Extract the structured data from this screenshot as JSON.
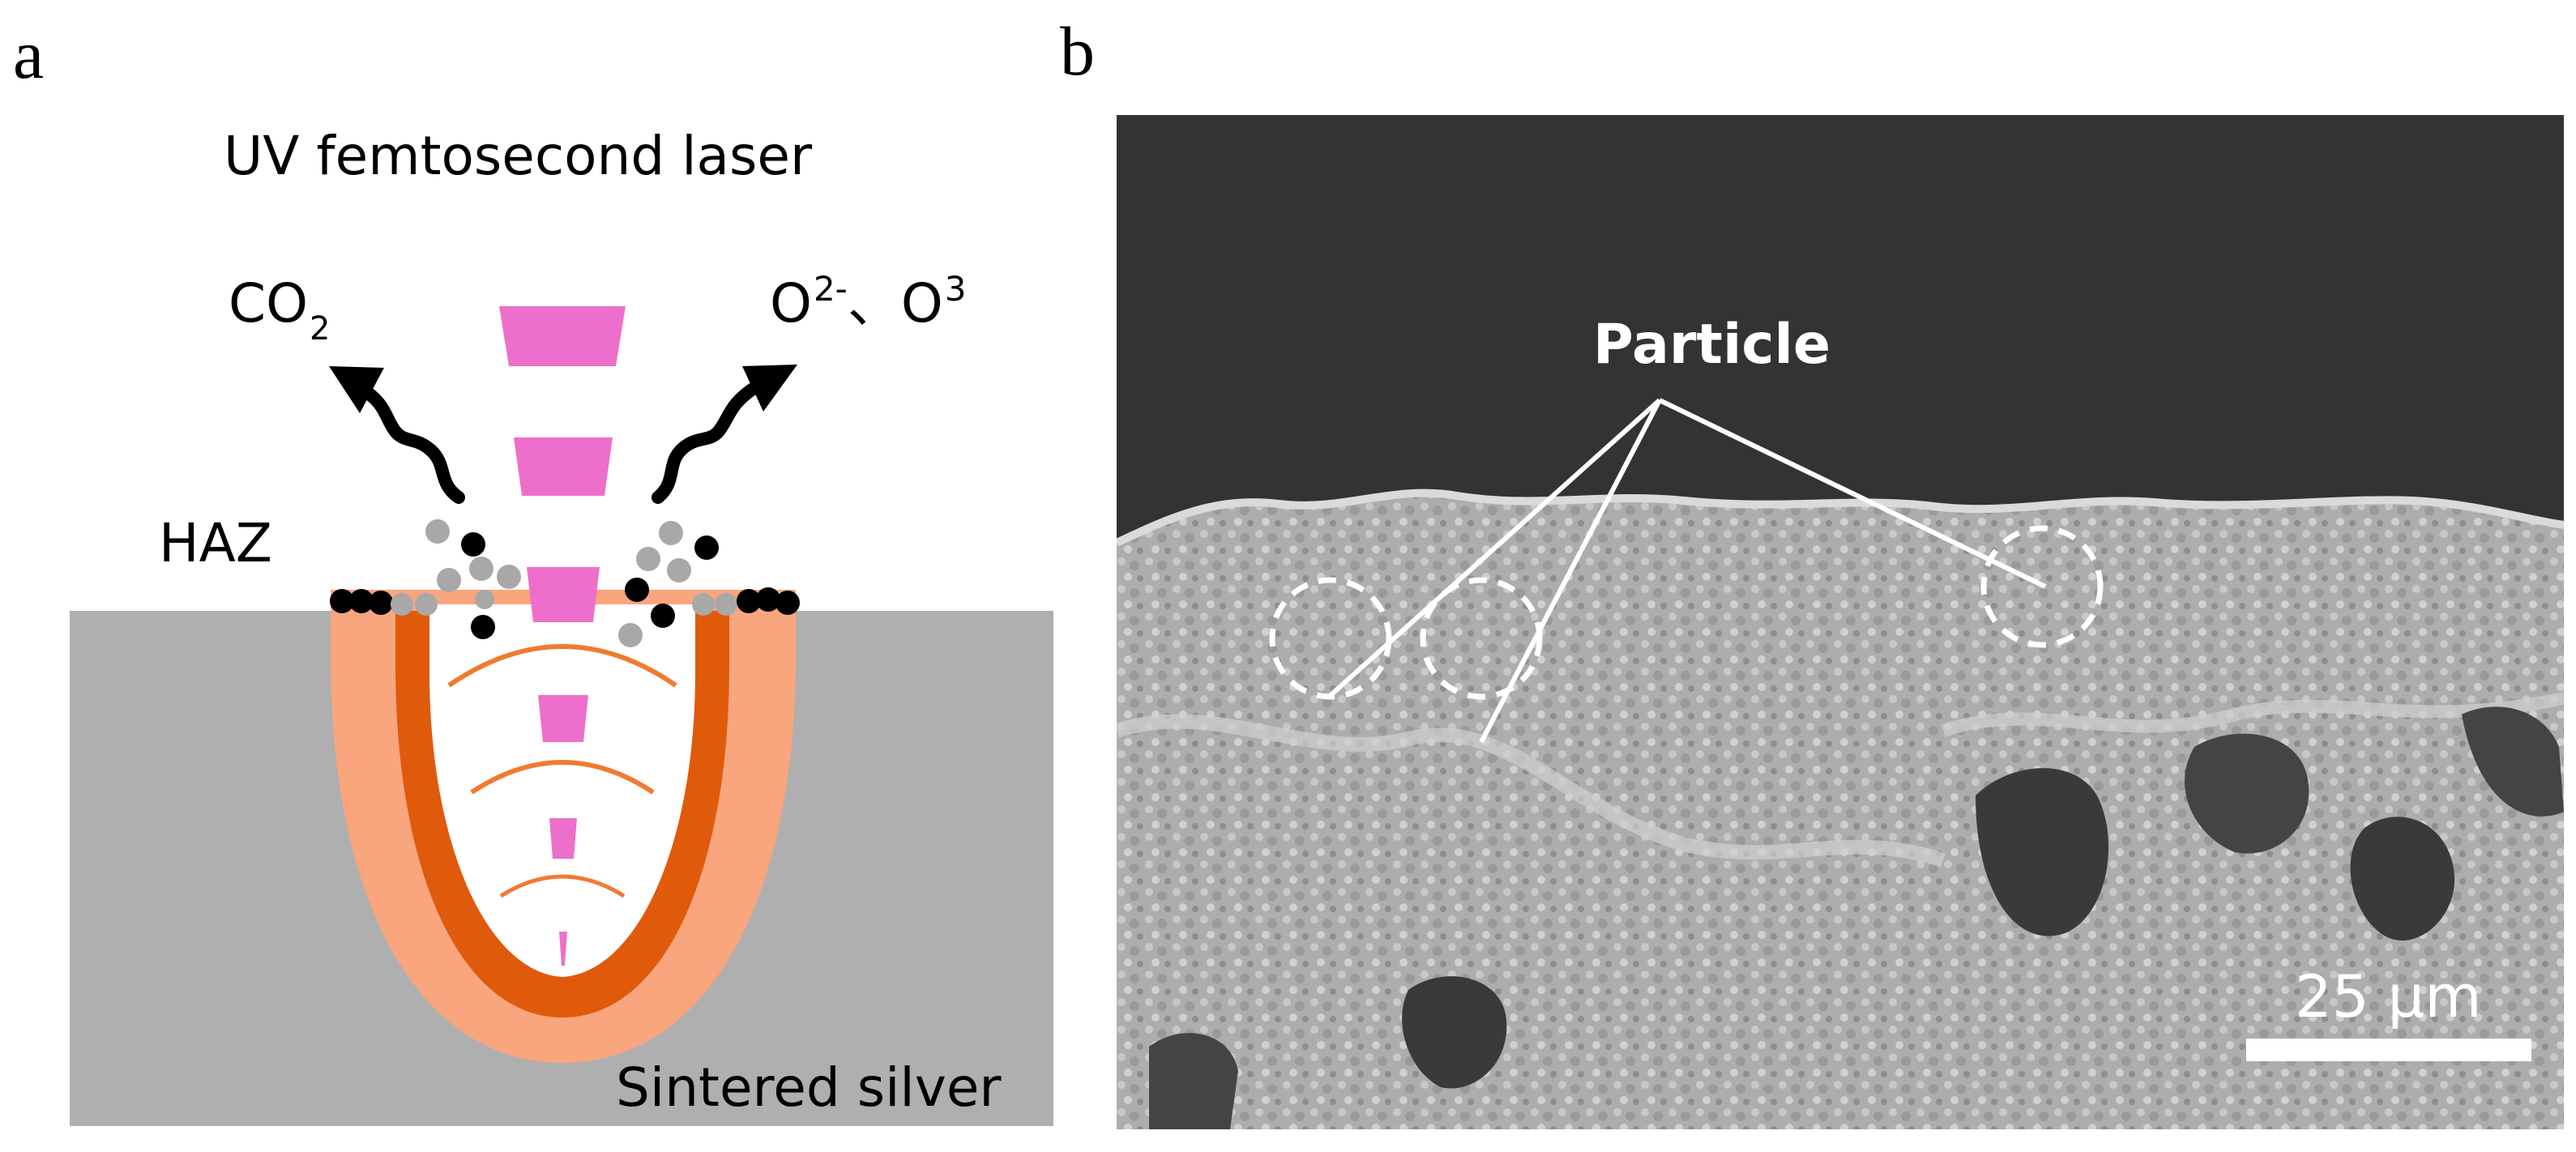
{
  "panels": {
    "a": {
      "label": "a",
      "title": "UV femtosecond laser",
      "co2_main": "CO",
      "co2_sub": "2",
      "ion1_base": "O",
      "ion1_sup": "2-",
      "ion_separator": "、",
      "ion2_base": "O",
      "ion2_sup": "3",
      "haz_label": "HAZ",
      "substrate_label": "Sintered silver"
    },
    "b": {
      "label": "b",
      "particle_label": "Particle",
      "scale_label": "25 μm"
    }
  },
  "colors": {
    "laser_segment": "#EE6FCB",
    "haz_outer": "#F9A57E",
    "haz_inner": "#E05A0C",
    "substrate": "#AFAFAF",
    "sem_background": "#333333",
    "sem_surface": "#B5B5B5",
    "annotation": "#FFFFFF"
  }
}
